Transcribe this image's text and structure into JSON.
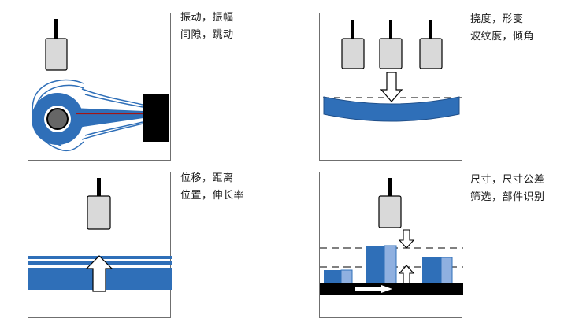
{
  "panels": [
    {
      "caption_line1": "振动，振幅",
      "caption_line2": "间隙，跳动"
    },
    {
      "caption_line1": "挠度，形变",
      "caption_line2": "波纹度，倾角"
    },
    {
      "caption_line1": "位移，距离",
      "caption_line2": "位置，伸长率"
    },
    {
      "caption_line1": "尺寸，尺寸公差",
      "caption_line2": "筛选，部件识别"
    }
  ],
  "colors": {
    "blue": "#2f6fb8",
    "light_blue": "#8fb0e0",
    "sensor_grey": "#d9d9d9",
    "black": "#000000",
    "border": "#6f6f6f"
  }
}
